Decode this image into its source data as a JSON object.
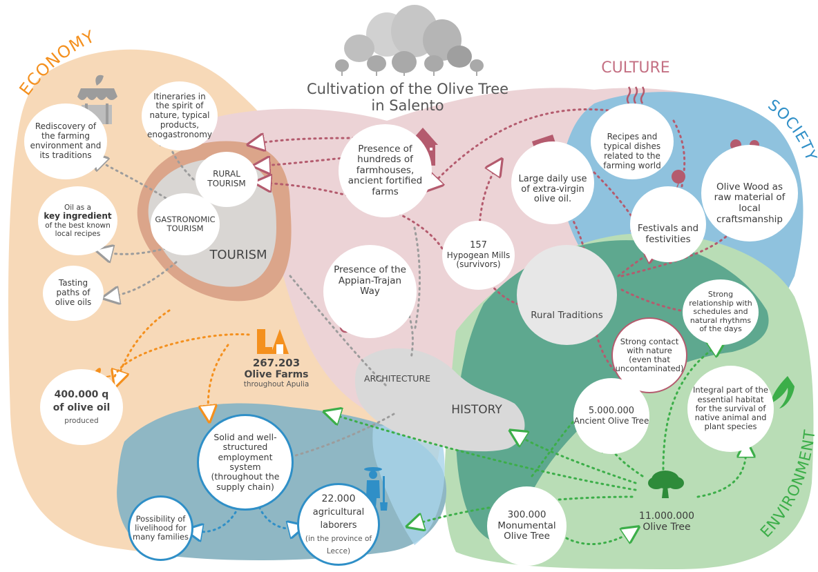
{
  "title": [
    "Cultivation of the Olive Tree",
    "in Salento"
  ],
  "areas": {
    "economy": "ECONOMY",
    "culture": "CULTURE",
    "society": "SOCIETY",
    "environment": "ENVIRONMENT"
  },
  "hubs": {
    "tourism": "TOURISM",
    "rural_tourism": [
      "RURAL",
      "TOURISM"
    ],
    "gastronomic_tourism": [
      "GASTRONOMIC",
      "TOURISM"
    ],
    "architecture": "ARCHITECTURE",
    "history": "HISTORY"
  },
  "economy_nodes": {
    "rediscovery": "Rediscovery of the farming environment and its traditions",
    "itineraries": "Itineraries in the spirit of nature, typical products, enogastronomy",
    "oil_ingredient_pre": "Oil as a",
    "oil_ingredient_bold": "key ingredient",
    "oil_ingredient_post": "of the best known local recipes",
    "tasting": "Tasting paths of olive oils",
    "olive_oil_value": "400.000 q",
    "olive_oil_label": "of olive oil",
    "olive_oil_note": "produced",
    "farms_value": "267.203",
    "farms_label": "Olive Farms",
    "farms_note": "throughout Apulia",
    "employment": "Solid and well-structured employment system (throughout the supply chain)",
    "livelihood": "Possibility of livelihood for many families",
    "laborers_value": "22.000",
    "laborers_label": "agricultural laborers",
    "laborers_note": "(in the province of Lecce)"
  },
  "culture_nodes": {
    "farmhouses": "Presence of hundreds of farmhouses, ancient fortified farms",
    "mills_value": "157",
    "mills_label": "Hypogean Mills (survivors)",
    "appian": "Presence of the Appian-Trajan Way",
    "daily_use": "Large daily use of extra-virgin olive oil.",
    "recipes": "Recipes and typical dishes related to the farming world",
    "festivals": "Festivals and festivities",
    "olive_wood": "Olive Wood as raw material of local craftsmanship",
    "rural_traditions": "Rural Traditions",
    "schedules": "Strong relationship with schedules and natural rhythms of the days",
    "contact_nature": "Strong contact with nature (even that uncontaminated)"
  },
  "environment_nodes": {
    "ancient_value": "5.000.000",
    "ancient_label": "Ancient Olive Tree",
    "habitat": "Integral part of the essential habitat for the survival of native animal and plant species",
    "monumental_value": "300.000",
    "monumental_label": "Monumental Olive Tree",
    "olive_tree_value": "11.000.000",
    "olive_tree_label": "Olive Tree"
  },
  "colors": {
    "economy": "#f7d9b8",
    "culture": "#ecd3d6",
    "society": "#8fc2de",
    "environment": "#b9ddb6",
    "environment_dark": "#5ea88f",
    "tourism": "#dba58a",
    "employment_bg": "#8fb7c4",
    "orange": "#f4901e",
    "mauve": "#b45b6e",
    "green": "#3cae49",
    "blue": "#2f8fc7",
    "grey": "#9c9c9c"
  },
  "icons": [
    "trees-icon",
    "market-stall-icon",
    "farm-building-icon",
    "oil-pitcher-icon",
    "steaming-bowl-icon",
    "craftsman-icon",
    "balloon-icon",
    "farmer-barrel-icon",
    "cart-icon",
    "olive-branch-icon",
    "la-logo-icon",
    "worker-icon",
    "olive-tree-icon",
    "bird-icon"
  ]
}
